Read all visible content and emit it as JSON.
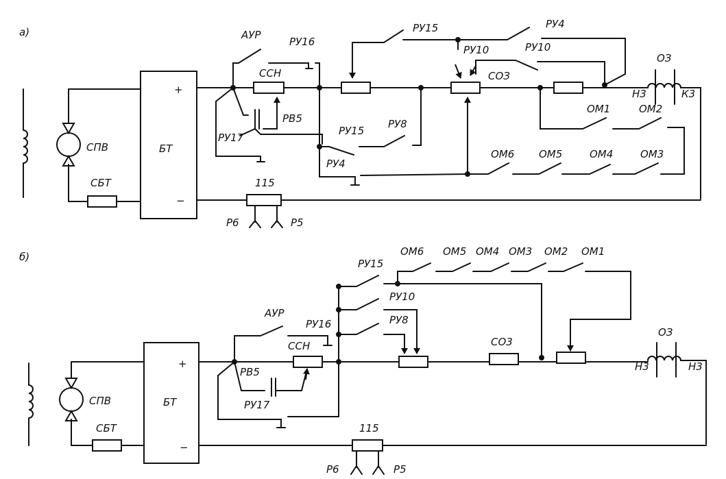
{
  "diagram_a": {
    "part_label": "а)",
    "labels": {
      "spv": "СПВ",
      "sbt": "СБТ",
      "bt": "БТ",
      "plus": "+",
      "minus": "−",
      "aur": "АУР",
      "ru16": "РУ16",
      "ssn": "ССН",
      "rv5": "РВ5",
      "ru17": "РУ17",
      "ru15_top": "РУ15",
      "ru4_top": "РУ4",
      "ru10_a": "РУ10",
      "ru10_b": "РУ10",
      "so3": "СОЗ",
      "o3": "ОЗ",
      "n3": "Н3",
      "k3": "К3",
      "om1": "ОМ1",
      "om2": "ОМ2",
      "om3": "ОМ3",
      "om4": "ОМ4",
      "om5": "ОМ5",
      "om6": "ОМ6",
      "ru15_mid": "РУ15",
      "ru8": "РУ8",
      "ru4_mid": "РУ4",
      "r115": "115",
      "p6": "Р6",
      "p5": "Р5"
    }
  },
  "diagram_b": {
    "part_label": "б)",
    "labels": {
      "spv": "СПВ",
      "sbt": "СБТ",
      "bt": "БТ",
      "plus": "+",
      "minus": "−",
      "aur": "АУР",
      "ru16": "РУ16",
      "ssn": "ССН",
      "rv5": "РВ5",
      "ru17": "РУ17",
      "ru15": "РУ15",
      "ru10": "РУ10",
      "ru8": "РУ8",
      "om6": "ОМ6",
      "om5": "ОМ5",
      "om4": "ОМ4",
      "om3": "ОМ3",
      "om2": "ОМ2",
      "om1": "ОМ1",
      "so3": "СО3",
      "o3": "ОЗ",
      "n3_left": "Н3",
      "n3_right": "Н3",
      "r115": "115",
      "p6": "Р6",
      "p5": "Р5"
    }
  }
}
